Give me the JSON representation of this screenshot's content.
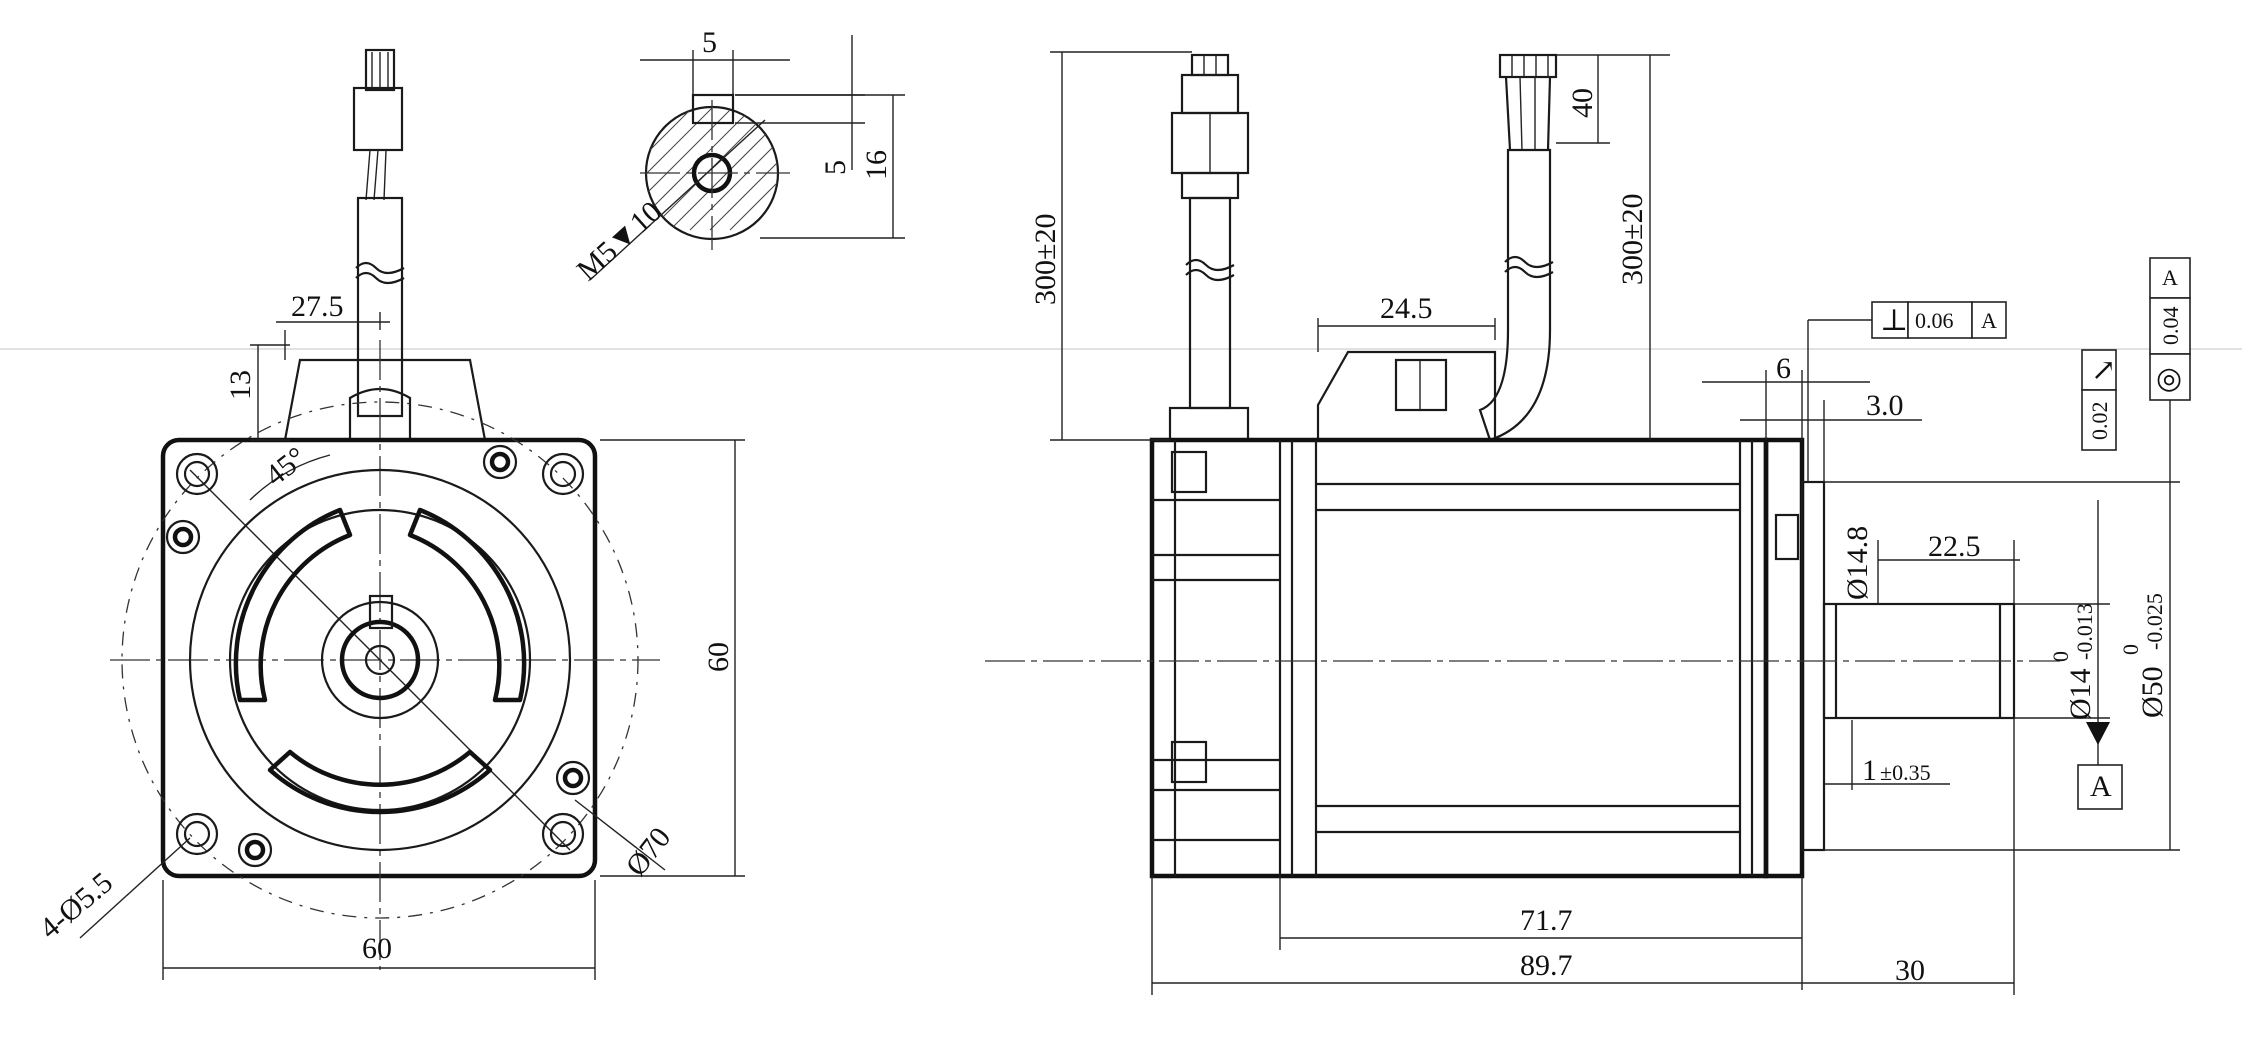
{
  "front_view": {
    "dim_top_width": "27.5",
    "dim_top_height": "13",
    "angle": "45°",
    "dim_height": "60",
    "dim_width": "60",
    "dim_pcd": "Ø70",
    "dim_holes": "4-Ø5.5"
  },
  "detail_view": {
    "dim_key_width": "5",
    "dim_key_depth": "5",
    "dim_height": "16",
    "thread": "M5▼10"
  },
  "side_view": {
    "cable_length_left": "300±20",
    "cable_length_right": "300±20",
    "dim_strip": "40",
    "dim_connector": "24.5",
    "dim_flange": "6",
    "dim_spigot": "3.0",
    "dim_key": "22.5",
    "dim_shaft_step": "Ø14.8",
    "dim_shaft": "Ø14",
    "shaft_tol_upper": "0",
    "shaft_tol_lower": "-0.013",
    "dim_spigot_dia": "Ø50",
    "spigot_tol_upper": "0",
    "spigot_tol_lower": "-0.025",
    "dim_body": "71.7",
    "dim_total": "89.7",
    "dim_shaft_len": "30",
    "dim_spigot_len": "1",
    "spigot_len_tol": "±0.35"
  },
  "tolerances": {
    "perpendicularity": {
      "symbol": "⊥",
      "value": "0.06",
      "datum": "A"
    },
    "concentricity": {
      "symbol": "◎",
      "value": "0.04",
      "datum": "A"
    },
    "runout": {
      "symbol": "↗",
      "value": "0.02"
    },
    "datum_label": "A"
  }
}
